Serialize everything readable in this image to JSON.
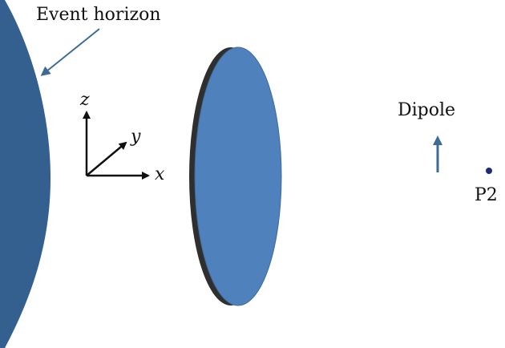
{
  "labels": {
    "event_horizon": "Event horizon",
    "dipole": "Dipole",
    "point": "P2"
  },
  "axes": {
    "x": "x",
    "y": "y",
    "z": "z"
  },
  "colors": {
    "event_horizon_fill": "#34608f",
    "disk_face": "#4f81bd",
    "disk_rim": "#2f2f2f",
    "annotation_arrow": "#3c6a99",
    "dipole_arrow": "#3c6a99",
    "point": "#1f2a7a",
    "axis": "#111111"
  }
}
